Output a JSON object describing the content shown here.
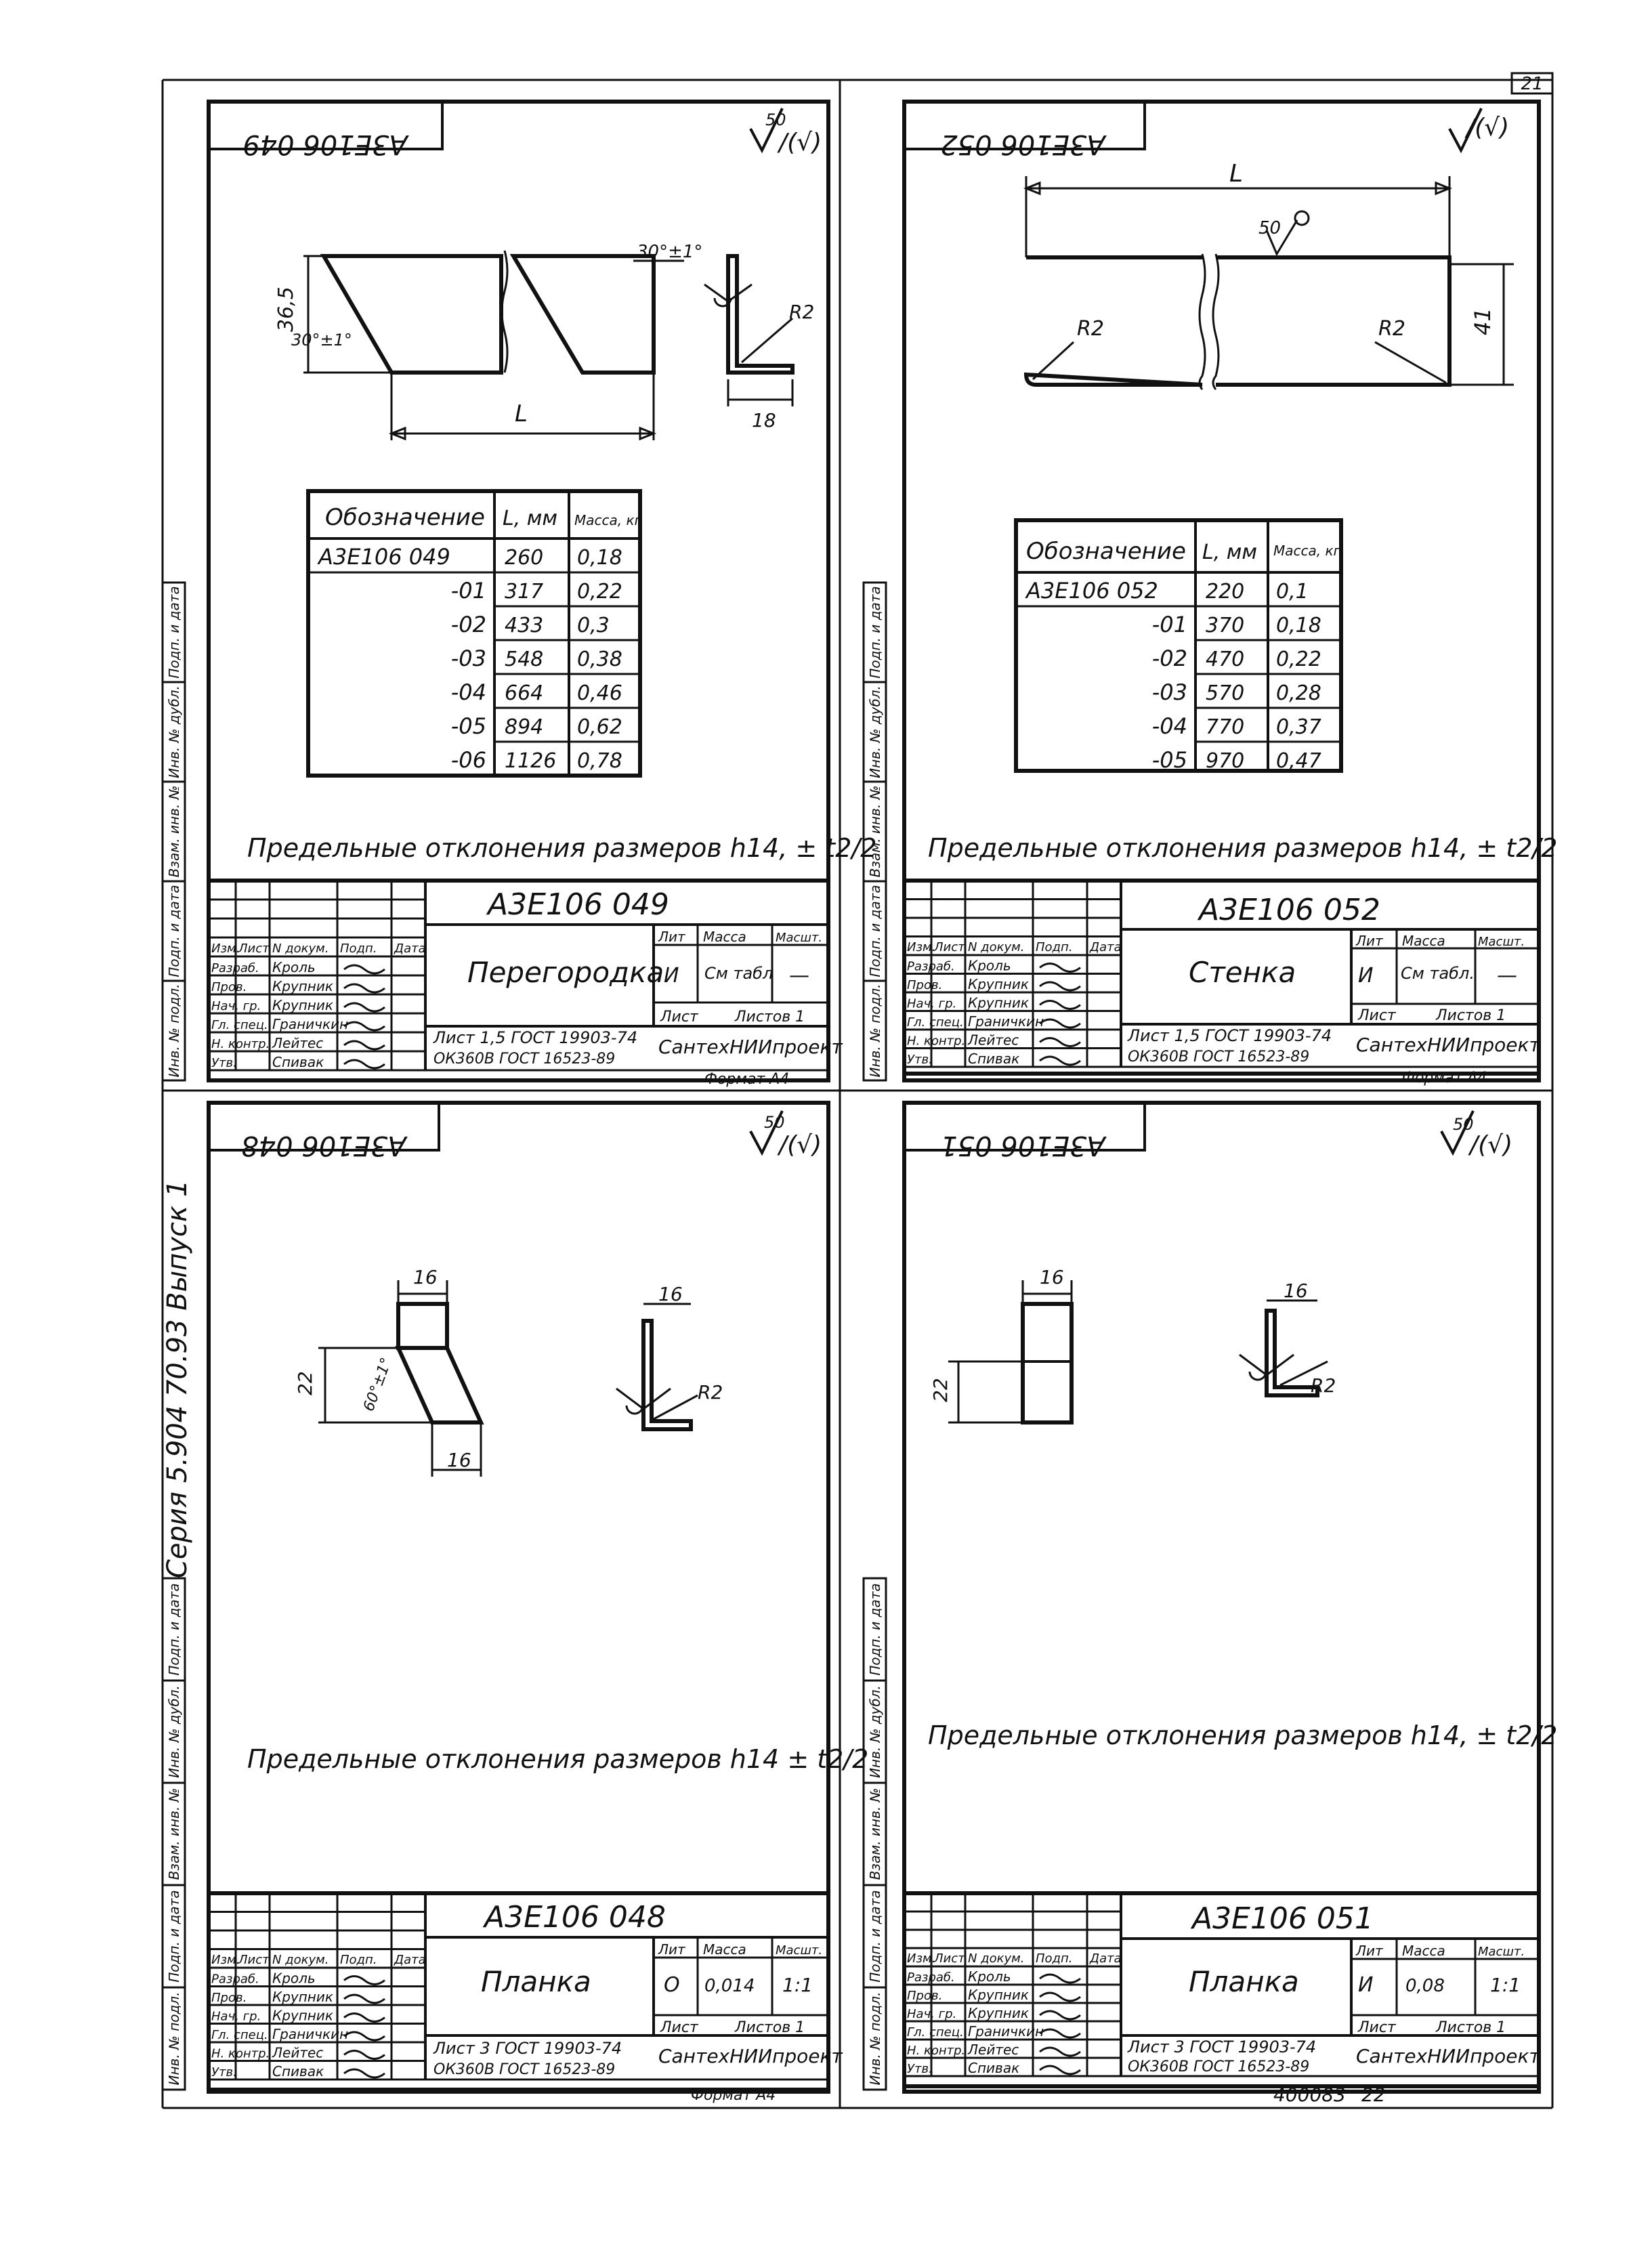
{
  "page_number": "21",
  "footer_left": "Серия  5.904 70.93  Выпуск 1",
  "footer_code": "400083",
  "footer_page": "22",
  "side_labels": [
    "Подп. и дата",
    "Инв. № дубл.",
    "Взам. инв. №",
    "Подп. и дата",
    "Инв. № подл."
  ],
  "tb_headers": [
    "Изм.",
    "Лист",
    "N докум.",
    "Подп.",
    "Дата"
  ],
  "tb_roles": [
    "Разраб.",
    "Пров.",
    "Нач. гр.",
    "Гл. спец.",
    "Н. контр.",
    "Утв."
  ],
  "tb_persons": [
    "Кроль",
    "Крупник",
    "Крупник",
    "Граничкин",
    "Лейтес",
    "Спивак"
  ],
  "tb_col_lit": "Лит",
  "tb_col_mass": "Масса",
  "tb_col_scale": "Масшт.",
  "tb_sheet": "Лист",
  "tb_sheets": "Листов 1",
  "tb_org": "СантехНИИпроект",
  "tb_format": "Формат А4",
  "roughness_value": "50",
  "sheets": [
    {
      "id": "A3E106-049",
      "stamp_mirror": "А3Е106 049",
      "designation": "А3Е106 049",
      "name": "Перегородка",
      "lit": "И",
      "mass": "См табл",
      "scale": "—",
      "material_line1": "Лист 1,5 ГОСТ 19903-74",
      "material_line2": "ОК360В ГОСТ 16523-89",
      "note": "Предельные отклонения размеров h14, ± t2/2",
      "dims": {
        "height": "36,5",
        "angle1": "30°±1°",
        "angle2": "30°±1°",
        "length": "L",
        "flange": "18",
        "radius": "R2"
      },
      "table": {
        "headers": [
          "Обозначение",
          "L, мм",
          "Масса, кг"
        ],
        "rows": [
          [
            "А3Е106 049",
            "260",
            "0,18"
          ],
          [
            "-01",
            "317",
            "0,22"
          ],
          [
            "-02",
            "433",
            "0,3"
          ],
          [
            "-03",
            "548",
            "0,38"
          ],
          [
            "-04",
            "664",
            "0,46"
          ],
          [
            "-05",
            "894",
            "0,62"
          ],
          [
            "-06",
            "1126",
            "0,78"
          ]
        ]
      }
    },
    {
      "id": "A3E106-052",
      "stamp_mirror": "А3Е106 052",
      "designation": "А3Е106 052",
      "name": "Стенка",
      "lit": "И",
      "mass": "См табл.",
      "scale": "—",
      "material_line1": "Лист 1,5 ГОСТ 19903-74",
      "material_line2": "ОК360В ГОСТ 16523-89",
      "note": "Предельные отклонения размеров h14, ± t2/2",
      "dims": {
        "length": "L",
        "height": "41",
        "r_left": "R2",
        "r_right": "R2",
        "rough": "50"
      },
      "table": {
        "headers": [
          "Обозначение",
          "L, мм",
          "Масса, кг"
        ],
        "rows": [
          [
            "А3Е106 052",
            "220",
            "0,1"
          ],
          [
            "-01",
            "370",
            "0,18"
          ],
          [
            "-02",
            "470",
            "0,22"
          ],
          [
            "-03",
            "570",
            "0,28"
          ],
          [
            "-04",
            "770",
            "0,37"
          ],
          [
            "-05",
            "970",
            "0,47"
          ]
        ]
      }
    },
    {
      "id": "A3E106-048",
      "stamp_mirror": "А3Е106 048",
      "designation": "А3Е106 048",
      "name": "Планка",
      "lit": "О",
      "mass": "0,014",
      "scale": "1:1",
      "material_line1": "Лист 3 ГОСТ 19903-74",
      "material_line2": "ОК360В ГОСТ 16523-89",
      "note": "Предельные отклонения размеров h14 ± t2/2",
      "dims": {
        "top": "16",
        "bottom": "16",
        "height": "22",
        "angle": "60°±1°",
        "side": "16",
        "radius": "R2"
      }
    },
    {
      "id": "A3E106-051",
      "stamp_mirror": "А3Е106 051",
      "designation": "А3Е106 051",
      "name": "Планка",
      "lit": "И",
      "mass": "0,08",
      "scale": "1:1",
      "material_line1": "Лист 3 ГОСТ 19903-74",
      "material_line2": "ОК360В ГОСТ 16523-89",
      "note": "Предельные отклонения размеров h14, ± t2/2",
      "dims": {
        "top": "16",
        "height": "22",
        "side": "16",
        "radius": "R2"
      }
    }
  ]
}
